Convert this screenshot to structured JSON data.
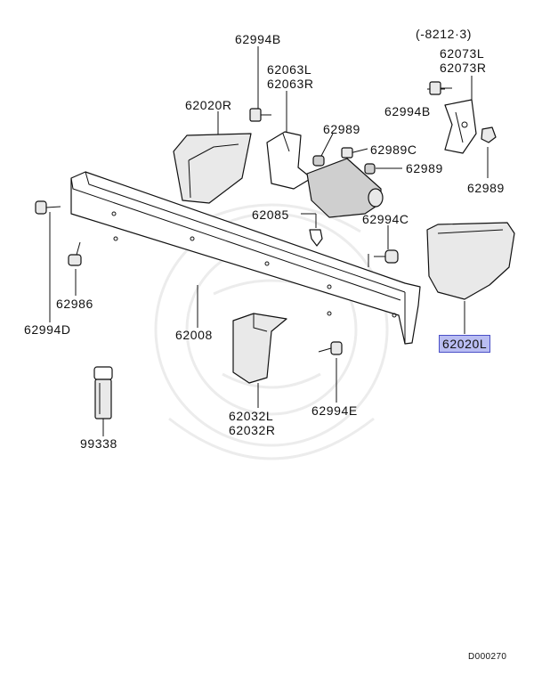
{
  "diagram": {
    "range_note": "(-8212·3)",
    "drawing_code": "D000270",
    "highlighted_part": "62020L",
    "labels": {
      "p62994B_top": "62994B",
      "p62063": "62063L\n62063R",
      "p62020R": "62020R",
      "p62989_a": "62989",
      "p62989C": "62989C",
      "p62989_b": "62989",
      "p62073": "62073L\n62073R",
      "p62994B_right": "62994B",
      "p62989_c": "62989",
      "p62085": "62085",
      "p62994C": "62994C",
      "p62986": "62986",
      "p62994D": "62994D",
      "p62008": "62008",
      "p62020L": "62020L",
      "p62032": "62032L\n62032R",
      "p62994E": "62994E",
      "p99338": "99338"
    }
  }
}
